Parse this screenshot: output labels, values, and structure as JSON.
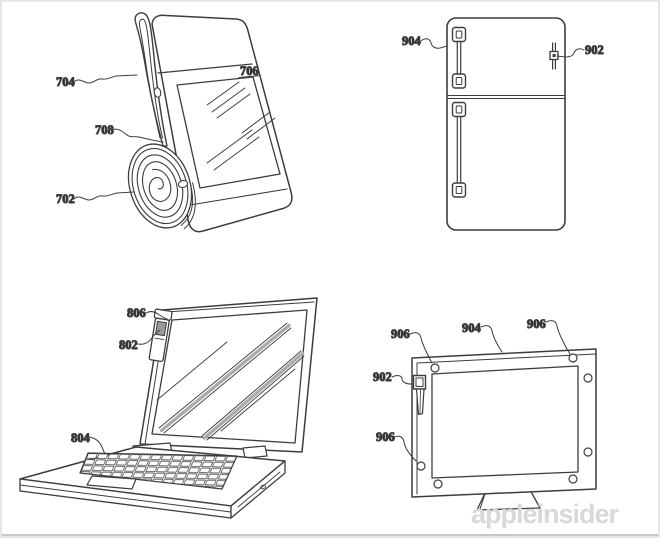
{
  "sheet": {
    "description": "patent drawing sheet with four figures",
    "background": "#ffffff",
    "line_color": "#3d3d3d",
    "shading_color": "#ababab",
    "watermark": {
      "text": "appleinsider",
      "color": "#d8d8d8"
    }
  },
  "figures": {
    "rolled_device": {
      "depicts": "handheld device propped up by rolled flexible cover",
      "labels": {
        "n702": "702",
        "n704": "704",
        "n706": "706",
        "n708": "708"
      }
    },
    "refrigerator": {
      "depicts": "refrigerator with small device attached to door",
      "labels": {
        "n902": "902",
        "n904": "904"
      }
    },
    "laptop": {
      "depicts": "notebook computer with device clipped to display bezel",
      "labels": {
        "n802": "802",
        "n804": "804",
        "n806": "806"
      }
    },
    "display": {
      "depicts": "desktop display with circular attachment points and clipped device",
      "labels": {
        "n902": "902",
        "n904": "904",
        "n906a": "906",
        "n906b": "906",
        "n906c": "906"
      }
    }
  }
}
